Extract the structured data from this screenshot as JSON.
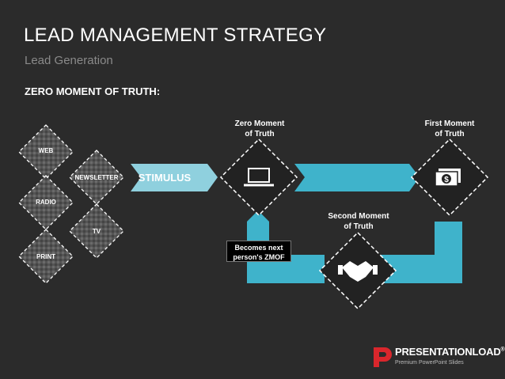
{
  "title": "LEAD MANAGEMENT STRATEGY",
  "subtitle": "Lead Generation",
  "section_heading": "ZERO MOMENT OF TRUTH:",
  "channels": {
    "web": "WEB",
    "newsletter": "NEWSLETTER",
    "radio": "RADIO",
    "tv": "TV",
    "print": "PRINT"
  },
  "stimulus": "STIMULUS",
  "zmot": {
    "line1": "Zero Moment",
    "line2": "of Truth",
    "icon": "laptop-icon"
  },
  "fmot": {
    "line1": "First Moment",
    "line2": "of Truth",
    "icon": "money-icon"
  },
  "smot": {
    "line1": "Second Moment",
    "line2": "of Truth",
    "icon": "handshake-icon"
  },
  "becomes": {
    "line1": "Becomes next",
    "line2": "person's ZMOF"
  },
  "brand": {
    "name_part1": "PRESENTATION",
    "name_part2": "LOAD",
    "registered": "®",
    "tagline": "Premium PowerPoint Slides"
  },
  "colors": {
    "background": "#2b2b2b",
    "accent": "#3fb3cb",
    "stimulus": "#8fd0de",
    "logo_red": "#d9262c"
  }
}
